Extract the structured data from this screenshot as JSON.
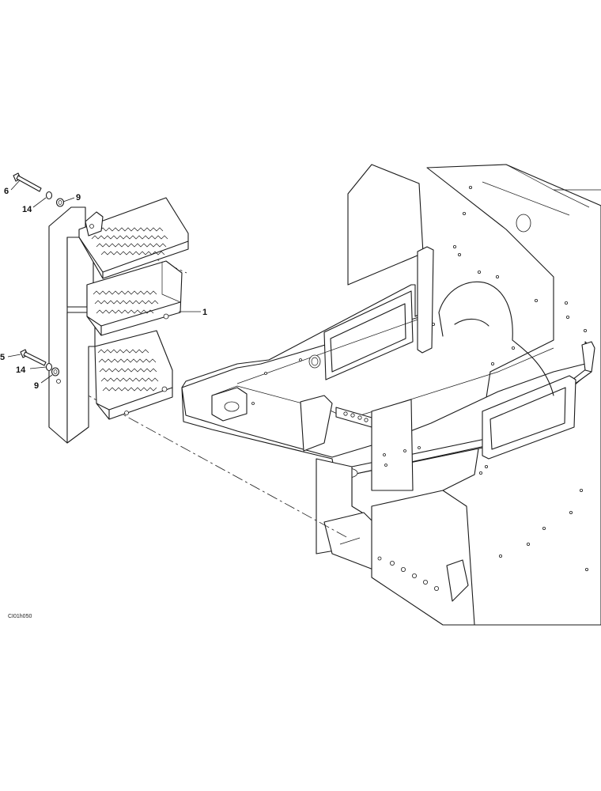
{
  "callouts": {
    "c1": "1",
    "c5": "5",
    "c6": "6",
    "c9a": "9",
    "c9b": "9",
    "c14a": "14",
    "c14b": "14"
  },
  "drawing_ref": "CI01h050",
  "icons": {
    "step_assembly": "step-ladder-icon",
    "frame": "machine-frame-icon",
    "bolt": "bolt-icon",
    "washer": "washer-icon"
  }
}
